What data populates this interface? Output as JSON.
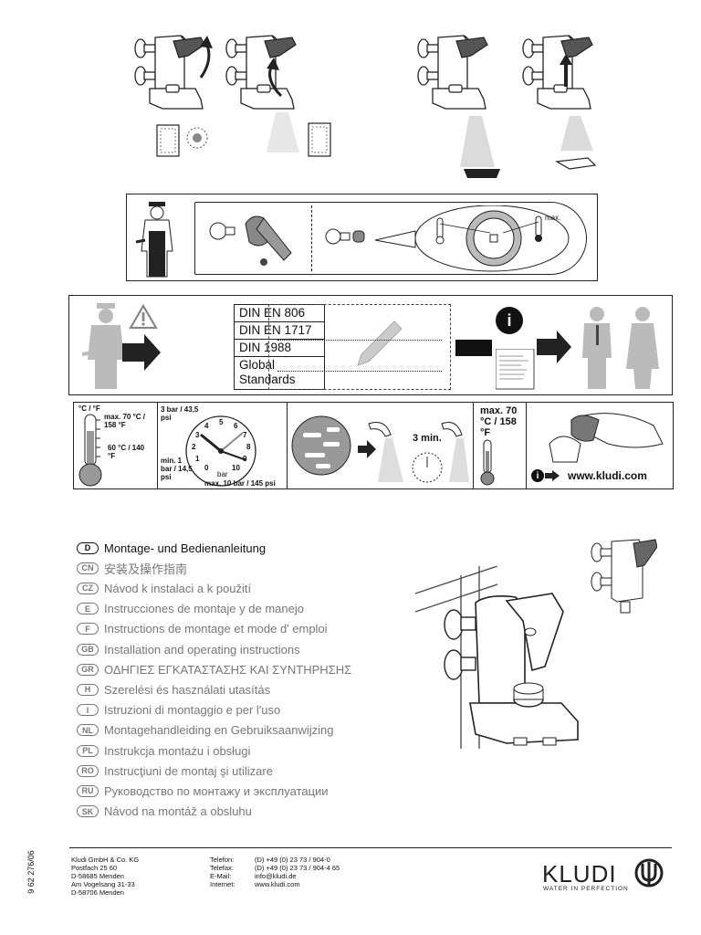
{
  "standards": [
    "DIN EN 806",
    "DIN EN 1717",
    "DIN 1988",
    "Global Standards"
  ],
  "max_label": "max.",
  "info_icon_text": "i",
  "temperature_panel": {
    "unit": "°C / °F",
    "max": "max. 70 °C / 158 °F",
    "recommended": "60 °C / 140 °F"
  },
  "pressure_panel": {
    "recommended": "3 bar / 43,5 psi",
    "min": "min. 1 bar / 14,5 psi",
    "max": "max. 10 bar / 145 psi",
    "unit": "bar",
    "dial_numbers": [
      "0",
      "1",
      "2",
      "3",
      "4",
      "5",
      "6",
      "7",
      "8",
      "9",
      "10"
    ]
  },
  "flush_panel": {
    "duration": "3 min."
  },
  "hot_water_panel": {
    "max": "max. 70 °C / 158 °F"
  },
  "care_panel": {
    "website": "www.kludi.com"
  },
  "languages": [
    {
      "code": "D",
      "text": "Montage- und Bedienanleitung"
    },
    {
      "code": "CN",
      "text": "安装及操作指南"
    },
    {
      "code": "CZ",
      "text": "Návod k instalaci a k použití"
    },
    {
      "code": "E",
      "text": "Instrucciones de montaje y de manejo"
    },
    {
      "code": "F",
      "text": "Instructions de montage et mode d' emploi"
    },
    {
      "code": "GB",
      "text": "Installation and operating instructions"
    },
    {
      "code": "GR",
      "text": "ΟΔΗΓΙΕΣ ΕΓΚΑΤΑΣΤΑΣΗΣ ΚΑΙ ΣΥΝΤΗΡΗΣΗΣ"
    },
    {
      "code": "H",
      "text": "Szerelési és használati utasítás"
    },
    {
      "code": "I",
      "text": "Istruzioni di montaggio e per l'uso"
    },
    {
      "code": "NL",
      "text": "Montagehandleiding en Gebruiksaanwijzing"
    },
    {
      "code": "PL",
      "text": "Instrukcja montażu i obsługi"
    },
    {
      "code": "RO",
      "text": "Instrucţiuni de montaj şi utilizare"
    },
    {
      "code": "RU",
      "text": "Руководство по монтажу и эксплуатации"
    },
    {
      "code": "SK",
      "text": "Návod na montáž a obsluhu"
    }
  ],
  "doc_number": "9 62 276/06",
  "footer": {
    "address": [
      "Kludi GmbH & Co. KG",
      "Postfach 25 60",
      "D-58685 Menden",
      "Am Vogelsang 31-33",
      "D-58706 Menden"
    ],
    "contact_labels": [
      "Telefon:",
      "Telefax:",
      "E-Mail:",
      "Internet:"
    ],
    "contact_values": [
      "(D) +49 (0) 23 73 / 904-0",
      "(D) +49 (0) 23 73 / 904-4 65",
      "info@kludi.de",
      "www.kludi.com"
    ]
  },
  "brand": {
    "name": "KLUDI",
    "tagline": "WATER IN PERFECTION"
  }
}
